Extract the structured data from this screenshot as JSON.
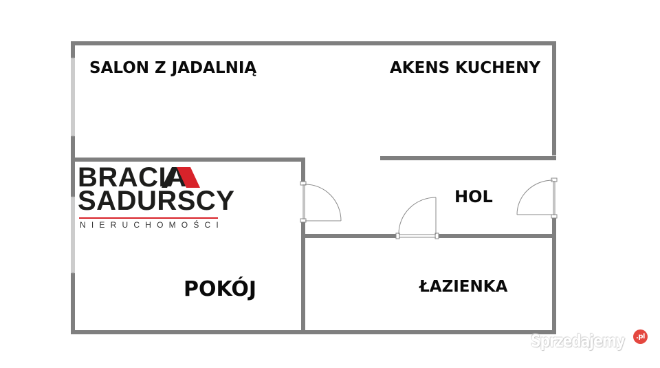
{
  "floor_plan": {
    "rooms": [
      {
        "id": "salon",
        "label": "SALON Z JADALNIĄ"
      },
      {
        "id": "aneks",
        "label": "AKENS KUCHENY"
      },
      {
        "id": "hol",
        "label": "HOL"
      },
      {
        "id": "pokoj",
        "label": "POKÓJ"
      },
      {
        "id": "lazienka",
        "label": "ŁAZIENKA"
      }
    ],
    "colors": {
      "wall": "#7f7f7f",
      "door_line": "#8a8a8a",
      "background": "#ffffff",
      "label": "#0a0a0a"
    }
  },
  "logo": {
    "line1": "BRACIA",
    "line2": "SADURSCY",
    "subtitle": "NIERUCHOMOŚCI",
    "accent_color": "#d8232a",
    "text_color": "#1d1d1b"
  },
  "watermark": {
    "text": "Sprzedajemy",
    "badge": ".pl",
    "badge_color": "#e4473f"
  }
}
